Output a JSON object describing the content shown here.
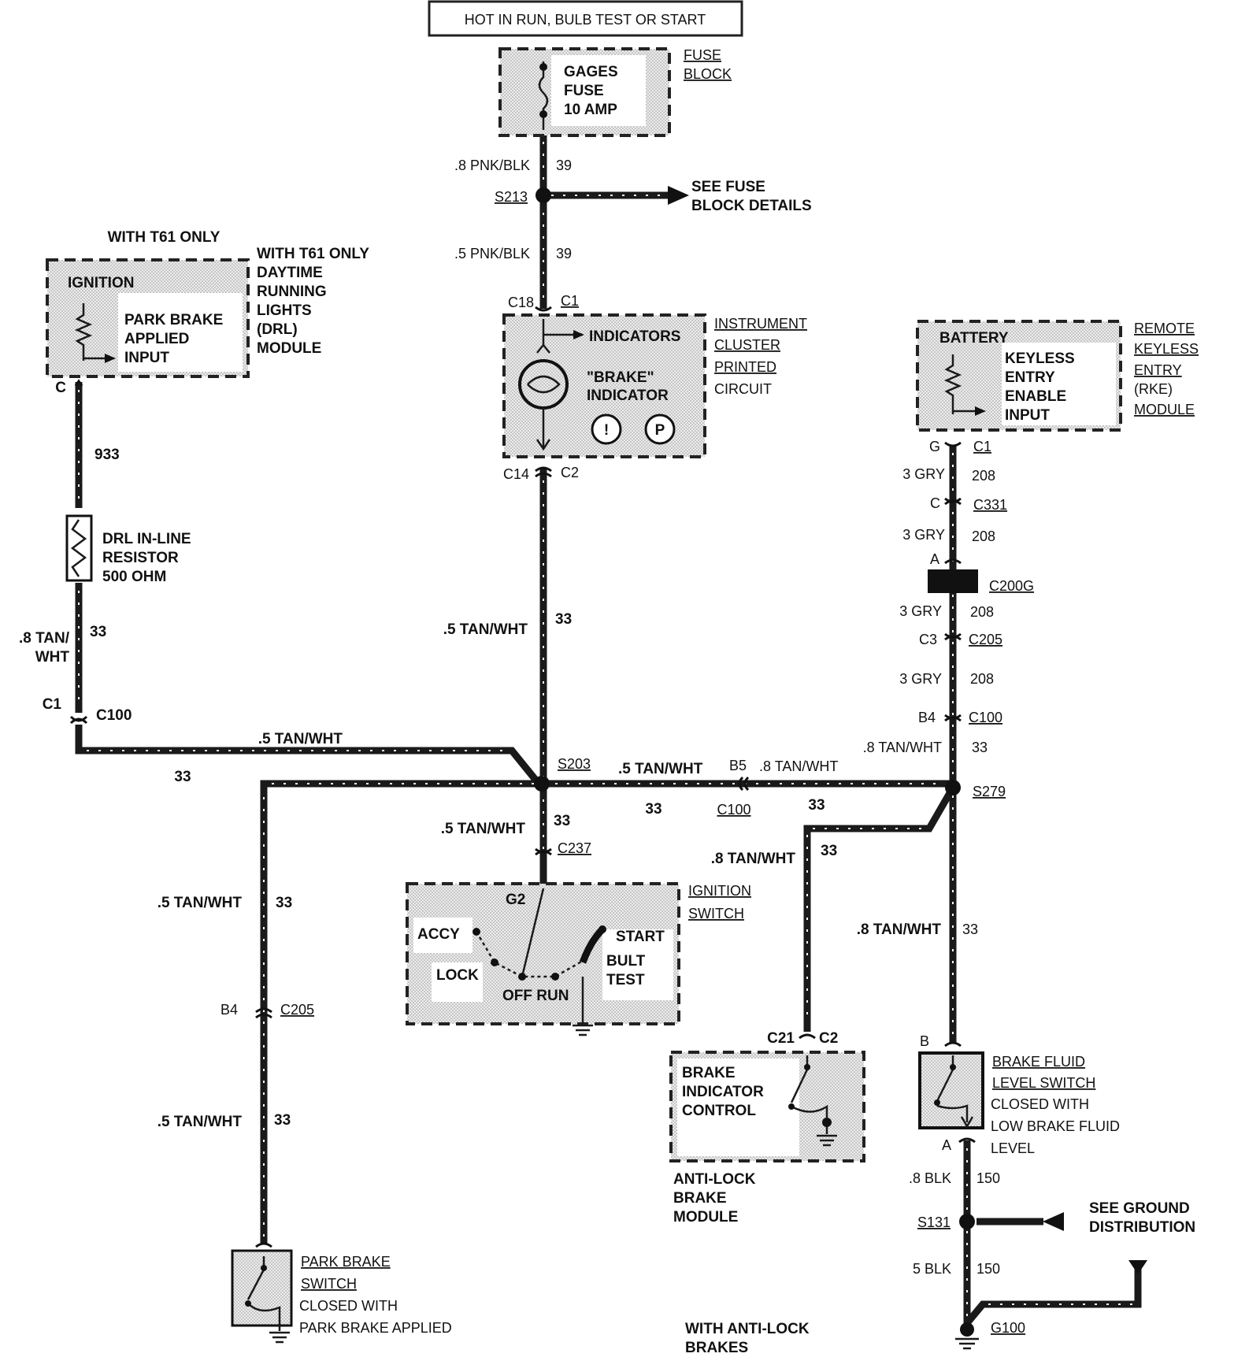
{
  "header": "HOT IN RUN, BULB TEST OR START",
  "fuse_block": {
    "fuse": [
      "GAGES",
      "FUSE",
      "10 AMP"
    ],
    "label": [
      "FUSE",
      "BLOCK"
    ]
  },
  "top_wire": {
    "wire1": ".8 PNK/BLK",
    "circuit1": "39",
    "splice": "S213",
    "see": [
      "SEE FUSE",
      "BLOCK DETAILS"
    ],
    "wire2": ".5 PNK/BLK",
    "circuit2": "39"
  },
  "cluster": {
    "conn_top_left": "C18",
    "conn_top_right": "C1",
    "indicators": "INDICATORS",
    "brake": [
      "\"BRAKE\"",
      "INDICATOR"
    ],
    "label": [
      "INSTRUMENT",
      "CLUSTER",
      "PRINTED",
      "CIRCUIT"
    ],
    "conn_bot_left": "C14",
    "conn_bot_right": "C2",
    "sym1": "!",
    "sym2": "P"
  },
  "drl": {
    "with1": "WITH T61 ONLY",
    "ignition": "IGNITION",
    "input": [
      "PARK BRAKE",
      "APPLIED",
      "INPUT"
    ],
    "label": [
      "WITH T61 ONLY",
      "DAYTIME",
      "RUNNING",
      "LIGHTS",
      "(DRL)",
      "MODULE"
    ],
    "conn": "C",
    "circuit": "933",
    "resistor": [
      "DRL IN-LINE",
      "RESISTOR",
      "500 OHM"
    ],
    "wire": [
      ".8 TAN/",
      "WHT"
    ],
    "wire_circuit": "33",
    "c1": "C1",
    "c100": "C100"
  },
  "rke": {
    "battery": "BATTERY",
    "input": [
      "KEYLESS",
      "ENTRY",
      "ENABLE",
      "INPUT"
    ],
    "label": [
      "REMOTE",
      "KEYLESS",
      "ENTRY",
      "(RKE)",
      "MODULE"
    ],
    "rows": [
      {
        "left": "G",
        "right": "C1"
      },
      {
        "left": "3 GRY",
        "right": "208"
      },
      {
        "left": "C",
        "right": "C331"
      },
      {
        "left": "3 GRY",
        "right": "208"
      },
      {
        "left": "A",
        "right": ""
      },
      {
        "left": "",
        "right": "C200G"
      },
      {
        "left": "3 GRY",
        "right": "208"
      },
      {
        "left": "C3",
        "right": "C205"
      },
      {
        "left": "3 GRY",
        "right": "208"
      },
      {
        "left": "B4",
        "right": "C100"
      },
      {
        "left": ".8 TAN/WHT",
        "right": "33"
      }
    ]
  },
  "center": {
    "wire1": ".5 TAN/WHT",
    "circuit1": "33",
    "left_wire": ".5 TAN/WHT",
    "left_circuit": "33",
    "splice": "S203",
    "right_wire": ".5 TAN/WHT",
    "right_circuit": "33",
    "b5": "B5",
    "c100": "C100",
    "right_wire2": ".8 TAN/WHT",
    "s279": "S279",
    "abs_circuit": "33",
    "down_wire": ".5 TAN/WHT",
    "down_circuit": "33",
    "c237": "C237"
  },
  "ignition_switch": {
    "g2": "G2",
    "accy": "ACCY",
    "lock": "LOCK",
    "off_run": "OFF RUN",
    "start": "START",
    "bulb_test": [
      "BULT",
      "TEST"
    ],
    "label": [
      "IGNITION",
      "SWITCH"
    ]
  },
  "park_brake": {
    "wire1": ".5 TAN/WHT",
    "circuit1": "33",
    "b4": "B4",
    "c205": "C205",
    "wire2": ".5 TAN/WHT",
    "circuit2": "33",
    "label": [
      "PARK BRAKE",
      "SWITCH"
    ],
    "desc": [
      "CLOSED WITH",
      "PARK BRAKE APPLIED"
    ]
  },
  "abs": {
    "wire": ".8 TAN/WHT",
    "circuit": "33",
    "c21": "C21",
    "c2": "C2",
    "control": [
      "BRAKE",
      "INDICATOR",
      "CONTROL"
    ],
    "module": [
      "ANTI-LOCK",
      "BRAKE",
      "MODULE"
    ],
    "with": [
      "WITH ANTI-LOCK",
      "BRAKES"
    ]
  },
  "brake_fluid": {
    "wire": ".8 TAN/WHT",
    "circuit": "33",
    "b": "B",
    "label": [
      "BRAKE FLUID",
      "LEVEL SWITCH"
    ],
    "desc": [
      "CLOSED WITH",
      "LOW BRAKE FLUID",
      "LEVEL"
    ],
    "a": "A",
    "wire2": ".8 BLK",
    "circuit2": "150",
    "s131": "S131",
    "see": [
      "SEE GROUND",
      "DISTRIBUTION"
    ],
    "wire3": "5 BLK",
    "circuit3": "150",
    "g100": "G100"
  }
}
